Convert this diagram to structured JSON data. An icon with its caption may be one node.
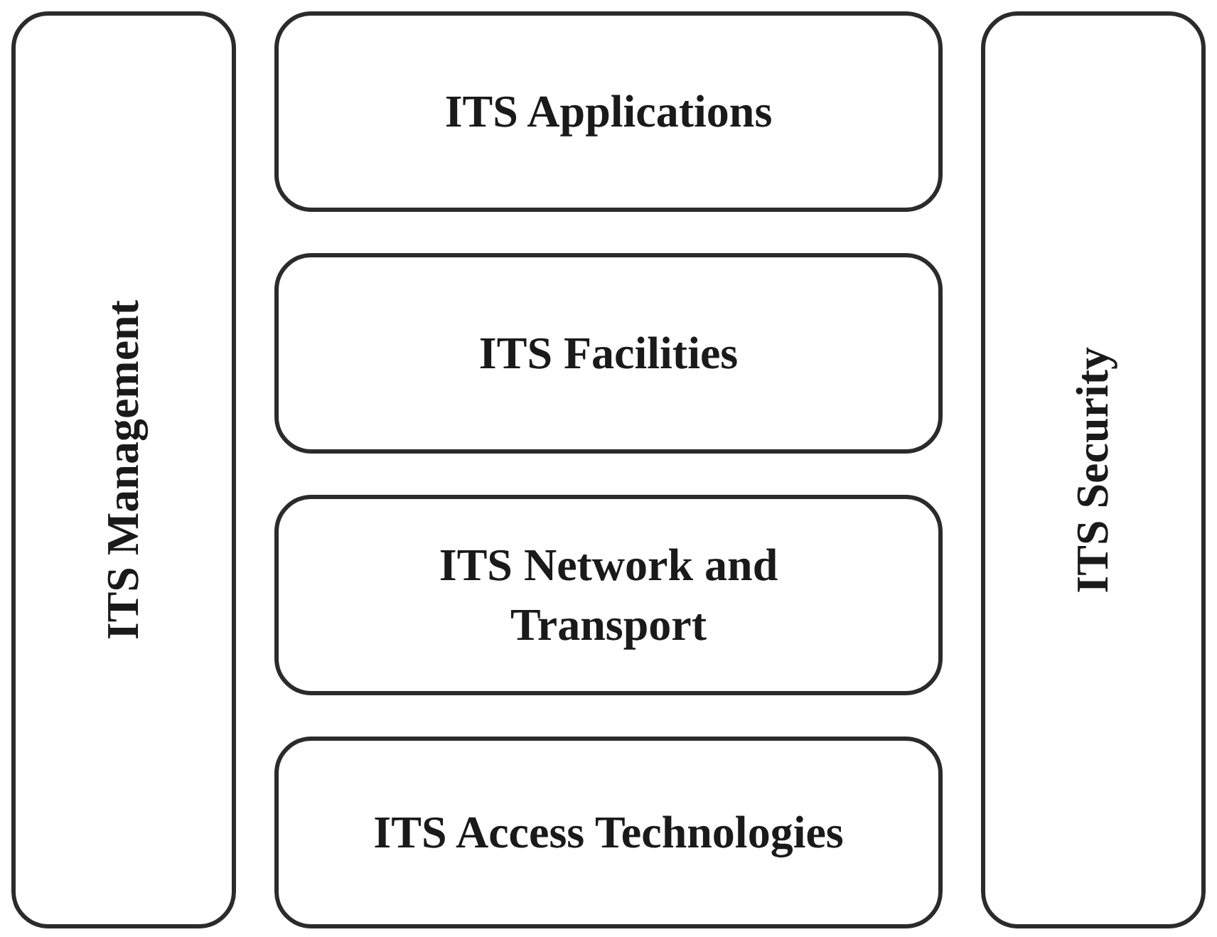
{
  "diagram": {
    "nodes": [
      {
        "text": [
          "ITS Management"
        ]
      },
      {
        "text": [
          "ITS Applications"
        ]
      },
      {
        "text": [
          "ITS Facilities"
        ]
      },
      {
        "text": [
          "ITS Network and Transport"
        ]
      },
      {
        "text": [
          "ITS Access Technologies"
        ]
      },
      {
        "text": [
          "ITS Security"
        ]
      }
    ]
  }
}
